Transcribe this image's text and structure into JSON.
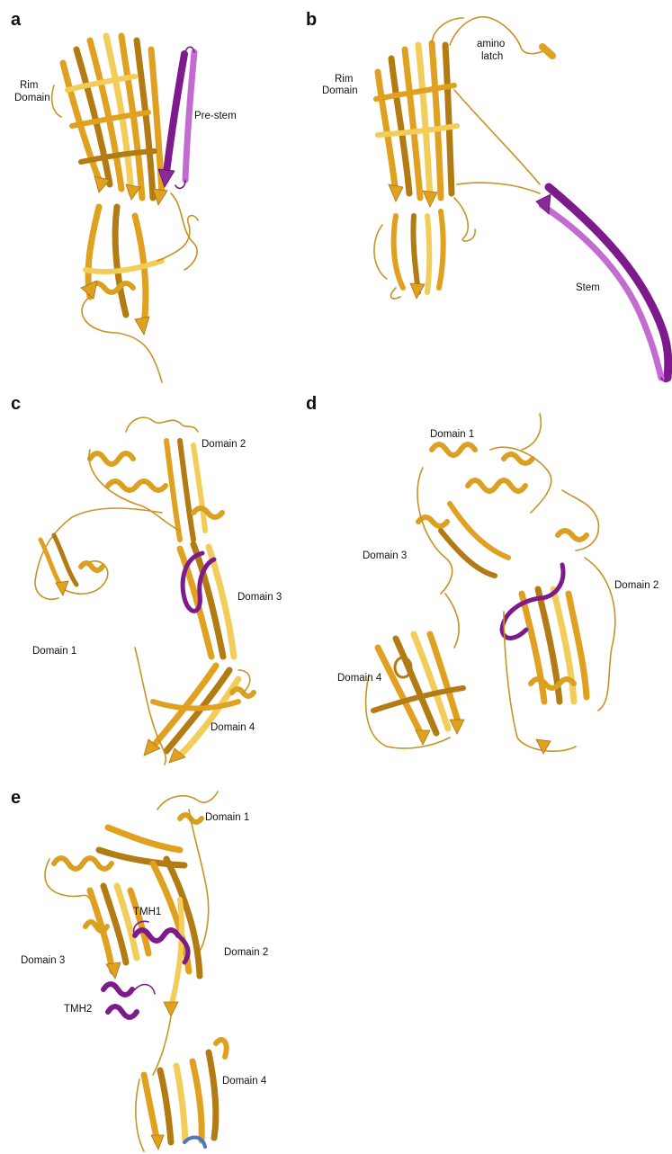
{
  "panels": {
    "a": {
      "letter": "a",
      "labels": {
        "rim": "Rim\nDomain",
        "rim_line1": "Rim",
        "rim_line2": "Domain",
        "prestem": "Pre-stem"
      }
    },
    "b": {
      "letter": "b",
      "labels": {
        "rim_line1": "Rim",
        "rim_line2": "Domain",
        "amino_line1": "amino",
        "amino_line2": "latch",
        "stem": "Stem"
      }
    },
    "c": {
      "letter": "c",
      "labels": {
        "d1": "Domain 1",
        "d2": "Domain 2",
        "d3": "Domain 3",
        "d4": "Domain 4"
      }
    },
    "d": {
      "letter": "d",
      "labels": {
        "d1": "Domain 1",
        "d2": "Domain 2",
        "d3": "Domain 3",
        "d4": "Domain 4"
      }
    },
    "e": {
      "letter": "e",
      "labels": {
        "d1": "Domain 1",
        "d2": "Domain 2",
        "d3": "Domain 3",
        "d4": "Domain 4",
        "tmh1": "TMH1",
        "tmh2": "TMH2"
      }
    }
  },
  "colors": {
    "protein": "#e0a020",
    "highlight": "#7d1b8c",
    "accent_blue": "#4a78c8"
  }
}
